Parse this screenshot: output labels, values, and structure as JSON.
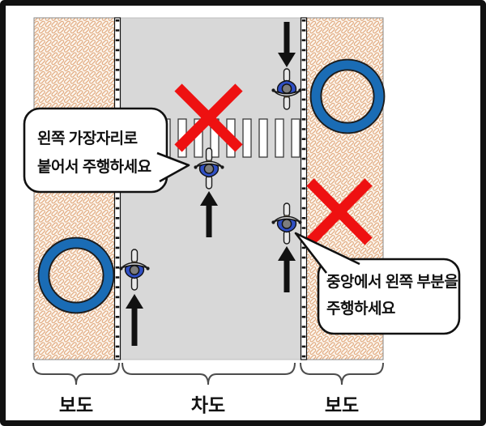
{
  "diagram": {
    "speech_bubbles": {
      "left": {
        "line1": "왼쪽 가장자리로",
        "line2": "붙어서 주행하세요"
      },
      "right": {
        "line1": "중앙에서 왼쪽 부분을",
        "line2": "주행하세요"
      }
    },
    "zone_labels": {
      "left_sidewalk": "보도",
      "roadway": "차도",
      "right_sidewalk": "보도"
    },
    "icons": {
      "prohibited": "red-x-mark",
      "allowed": "blue-circle-mark",
      "rider": "cyclist-top-view",
      "direction": "black-arrow"
    },
    "colors": {
      "roadway": "#d8d8d8",
      "sidewalk_hatch": "#dc9b6a",
      "prohibit_red": "#ee1111",
      "allow_blue": "#1a6cb5",
      "outline": "#111111"
    }
  }
}
